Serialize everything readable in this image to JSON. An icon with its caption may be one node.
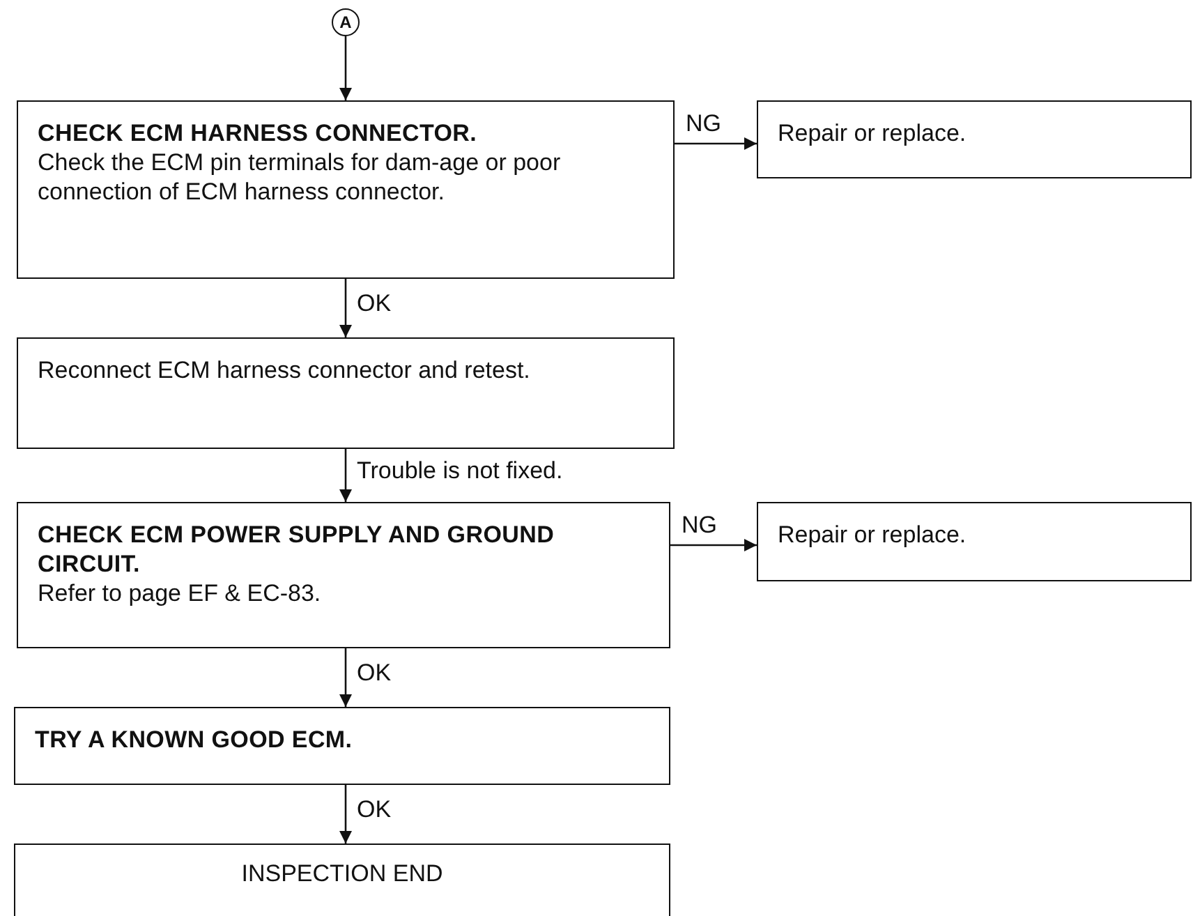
{
  "diagram": {
    "nodes": [
      {
        "text": [
          "A"
        ]
      },
      {
        "text": [
          "CHECK ECM HARNESS CONNECTOR.",
          "Check the ECM pin terminals for dam-age or poor connection of ECM harness connector."
        ]
      },
      {
        "text": [
          "Repair or replace."
        ]
      },
      {
        "text": [
          "Reconnect ECM harness connector and retest."
        ]
      },
      {
        "text": [
          "CHECK ECM POWER SUPPLY AND GROUND CIRCUIT.",
          "Refer to page EF & EC-83."
        ]
      },
      {
        "text": [
          "Repair or replace."
        ]
      },
      {
        "text": [
          "TRY A KNOWN GOOD ECM."
        ]
      },
      {
        "text": [
          "INSPECTION END"
        ]
      }
    ],
    "edges": [
      {
        "from": 0,
        "to": 1,
        "arrow": "to"
      },
      {
        "from": 1,
        "to": 2,
        "arrow": "to",
        "label": "NG"
      },
      {
        "from": 1,
        "to": 3,
        "arrow": "to",
        "label": "OK"
      },
      {
        "from": 3,
        "to": 4,
        "arrow": "to",
        "label": "Trouble is not fixed."
      },
      {
        "from": 4,
        "to": 5,
        "arrow": "to",
        "label": "NG"
      },
      {
        "from": 4,
        "to": 6,
        "arrow": "to",
        "label": "OK"
      },
      {
        "from": 6,
        "to": 7,
        "arrow": "to",
        "label": "OK"
      }
    ]
  }
}
